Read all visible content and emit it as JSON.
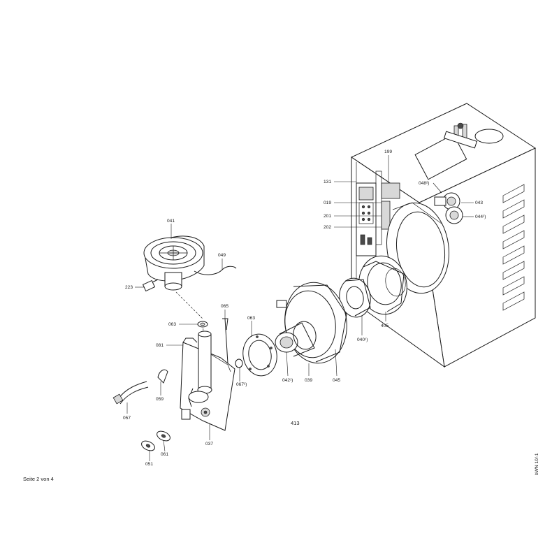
{
  "drawing": {
    "page_label": "Seite 2 von 4",
    "drawing_number": "413",
    "side_code": "bWN 10/-1"
  },
  "parts": {
    "p041": "041",
    "p049": "049",
    "p223": "223",
    "p063a": "063",
    "p065": "065",
    "p081": "081",
    "p063b": "063",
    "p067": "067²)",
    "p059": "059",
    "p057": "057",
    "p061": "061",
    "p051": "051",
    "p037": "037",
    "p042": "042¹)",
    "p039": "039",
    "p045": "045",
    "p040": "040¹)",
    "p405": "405",
    "p199": "199",
    "p131": "131",
    "p019": "019",
    "p201": "201",
    "p202": "202",
    "p048": "048²)",
    "p043": "043",
    "p044": "044²)"
  }
}
